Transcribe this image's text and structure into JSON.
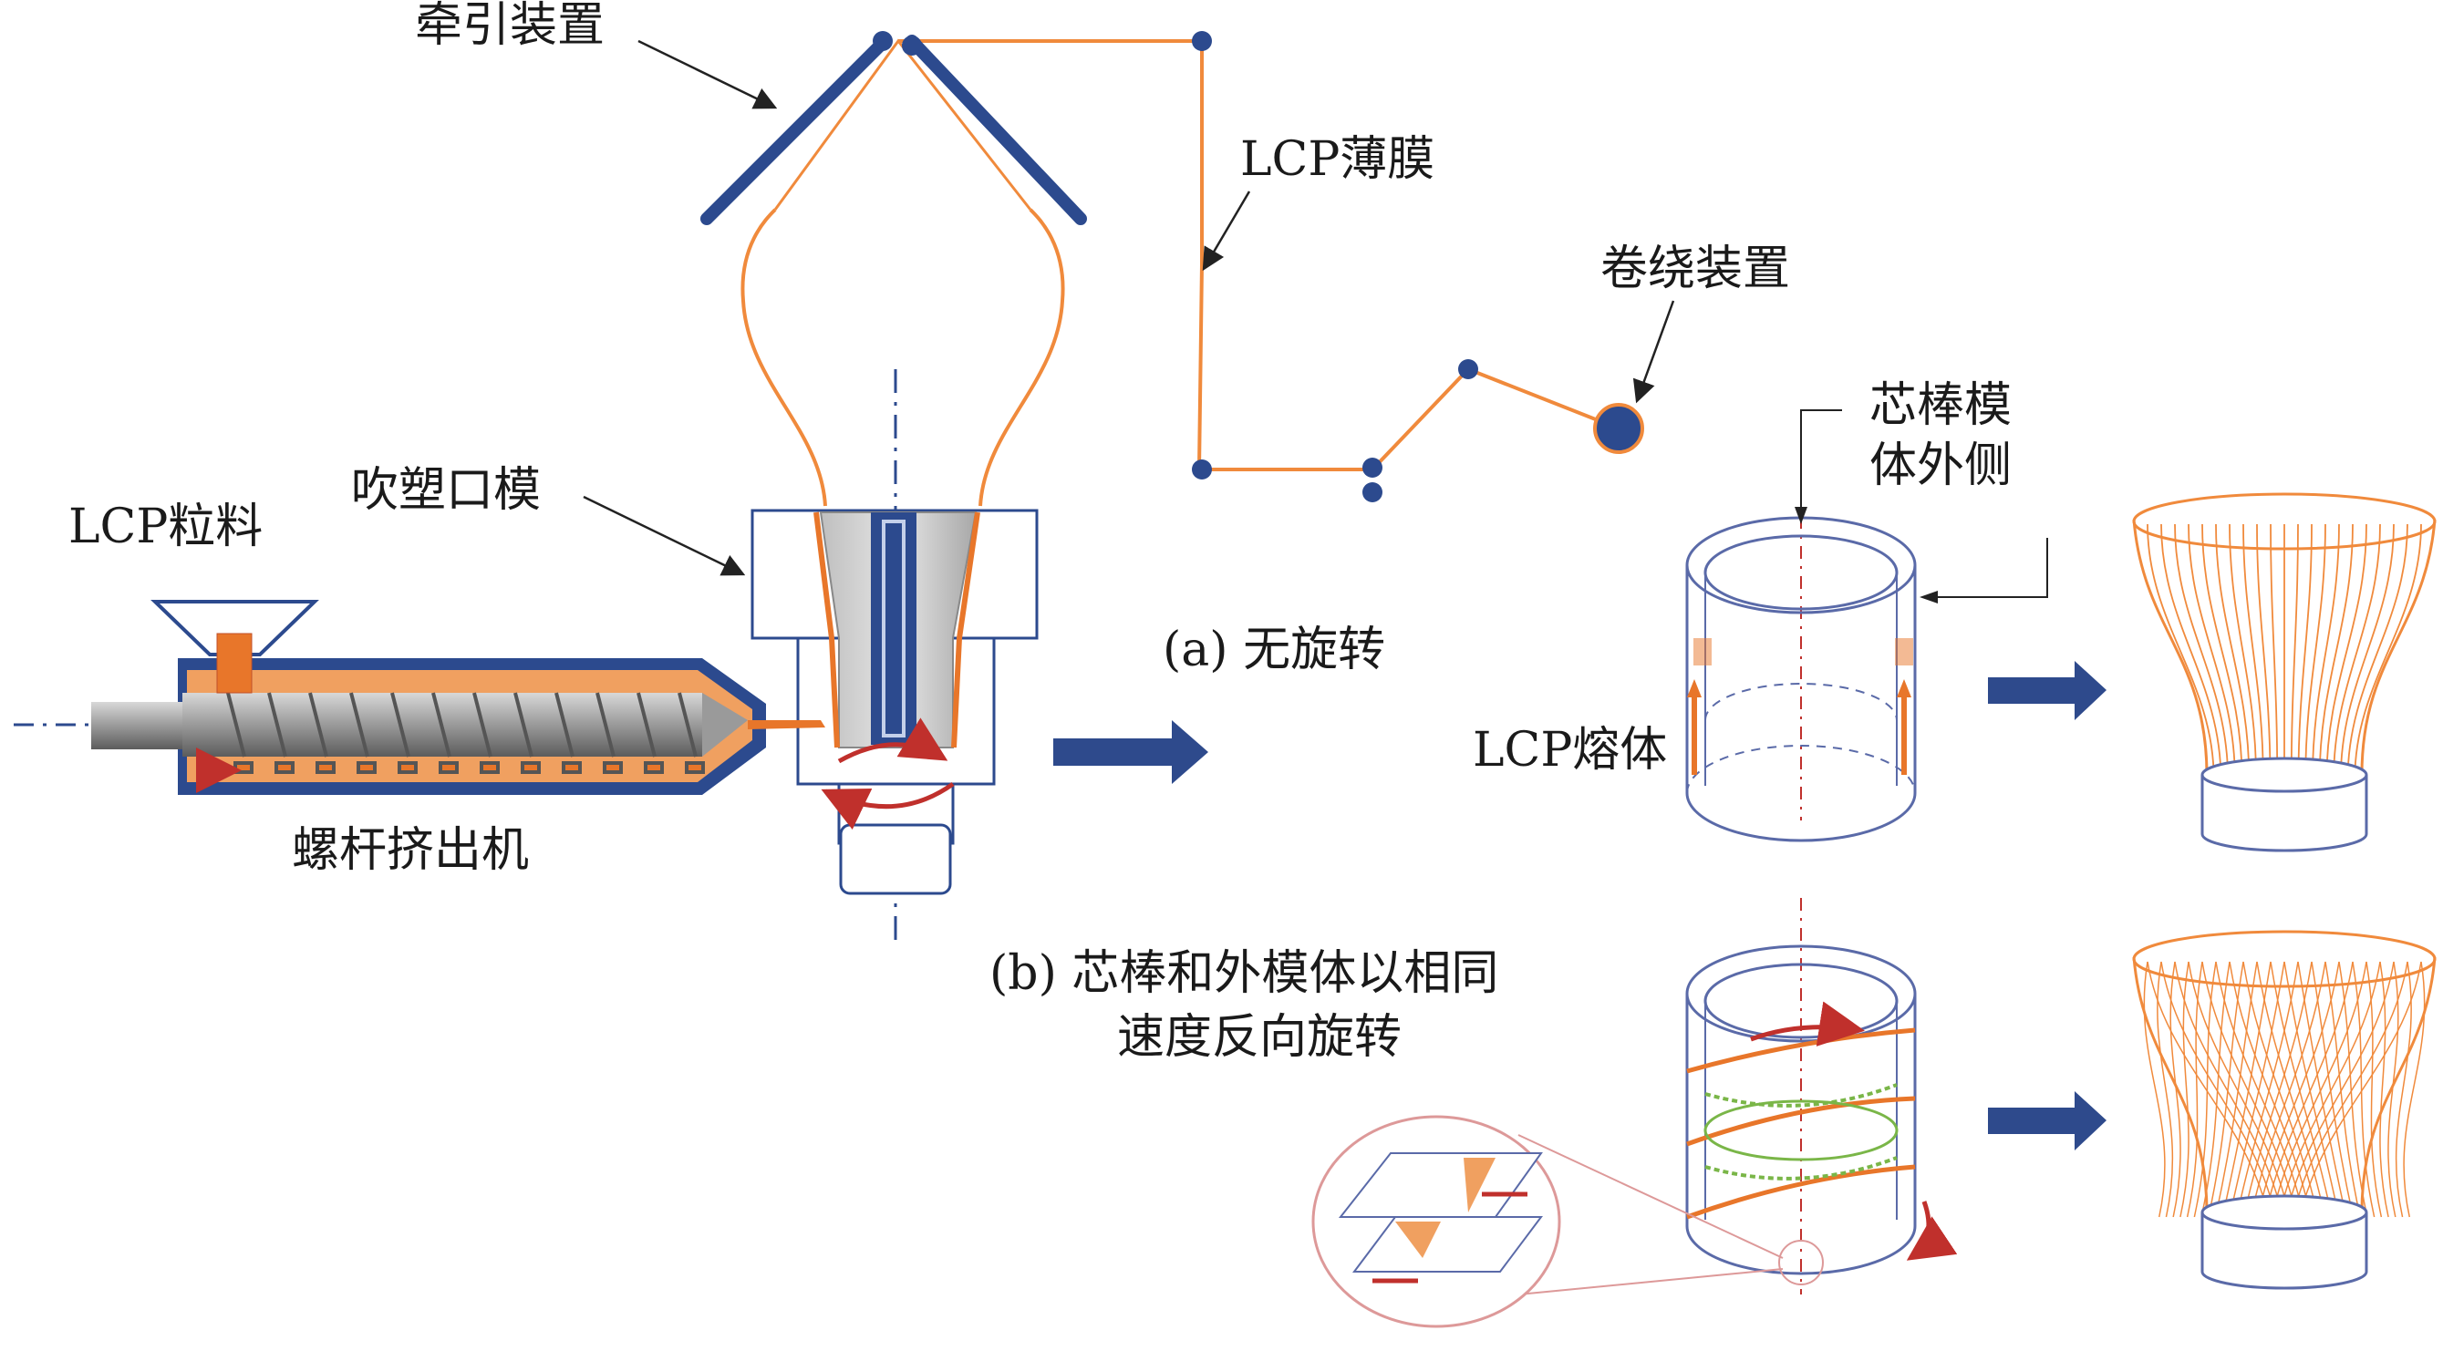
{
  "labels": {
    "traction": "牵引装置",
    "film": "LCP薄膜",
    "winding": "卷绕装置",
    "die": "吹塑口模",
    "pellets": "LCP粒料",
    "extruder": "螺杆挤出机",
    "mandrel_line1": "芯棒模",
    "mandrel_line2": "体外侧",
    "melt": "LCP熔体",
    "case_a": "(a) 无旋转",
    "case_b_line1": "(b) 芯棒和外模体以相同",
    "case_b_line2": "速度反向旋转"
  },
  "colors": {
    "film": "#f08a3c",
    "steel": "#2c4a8e",
    "arrow": "#2e4a8c",
    "melt": "#e8762a",
    "rotation": "#c0302c",
    "green": "#7ab648",
    "outline": "#5a6aa8"
  }
}
